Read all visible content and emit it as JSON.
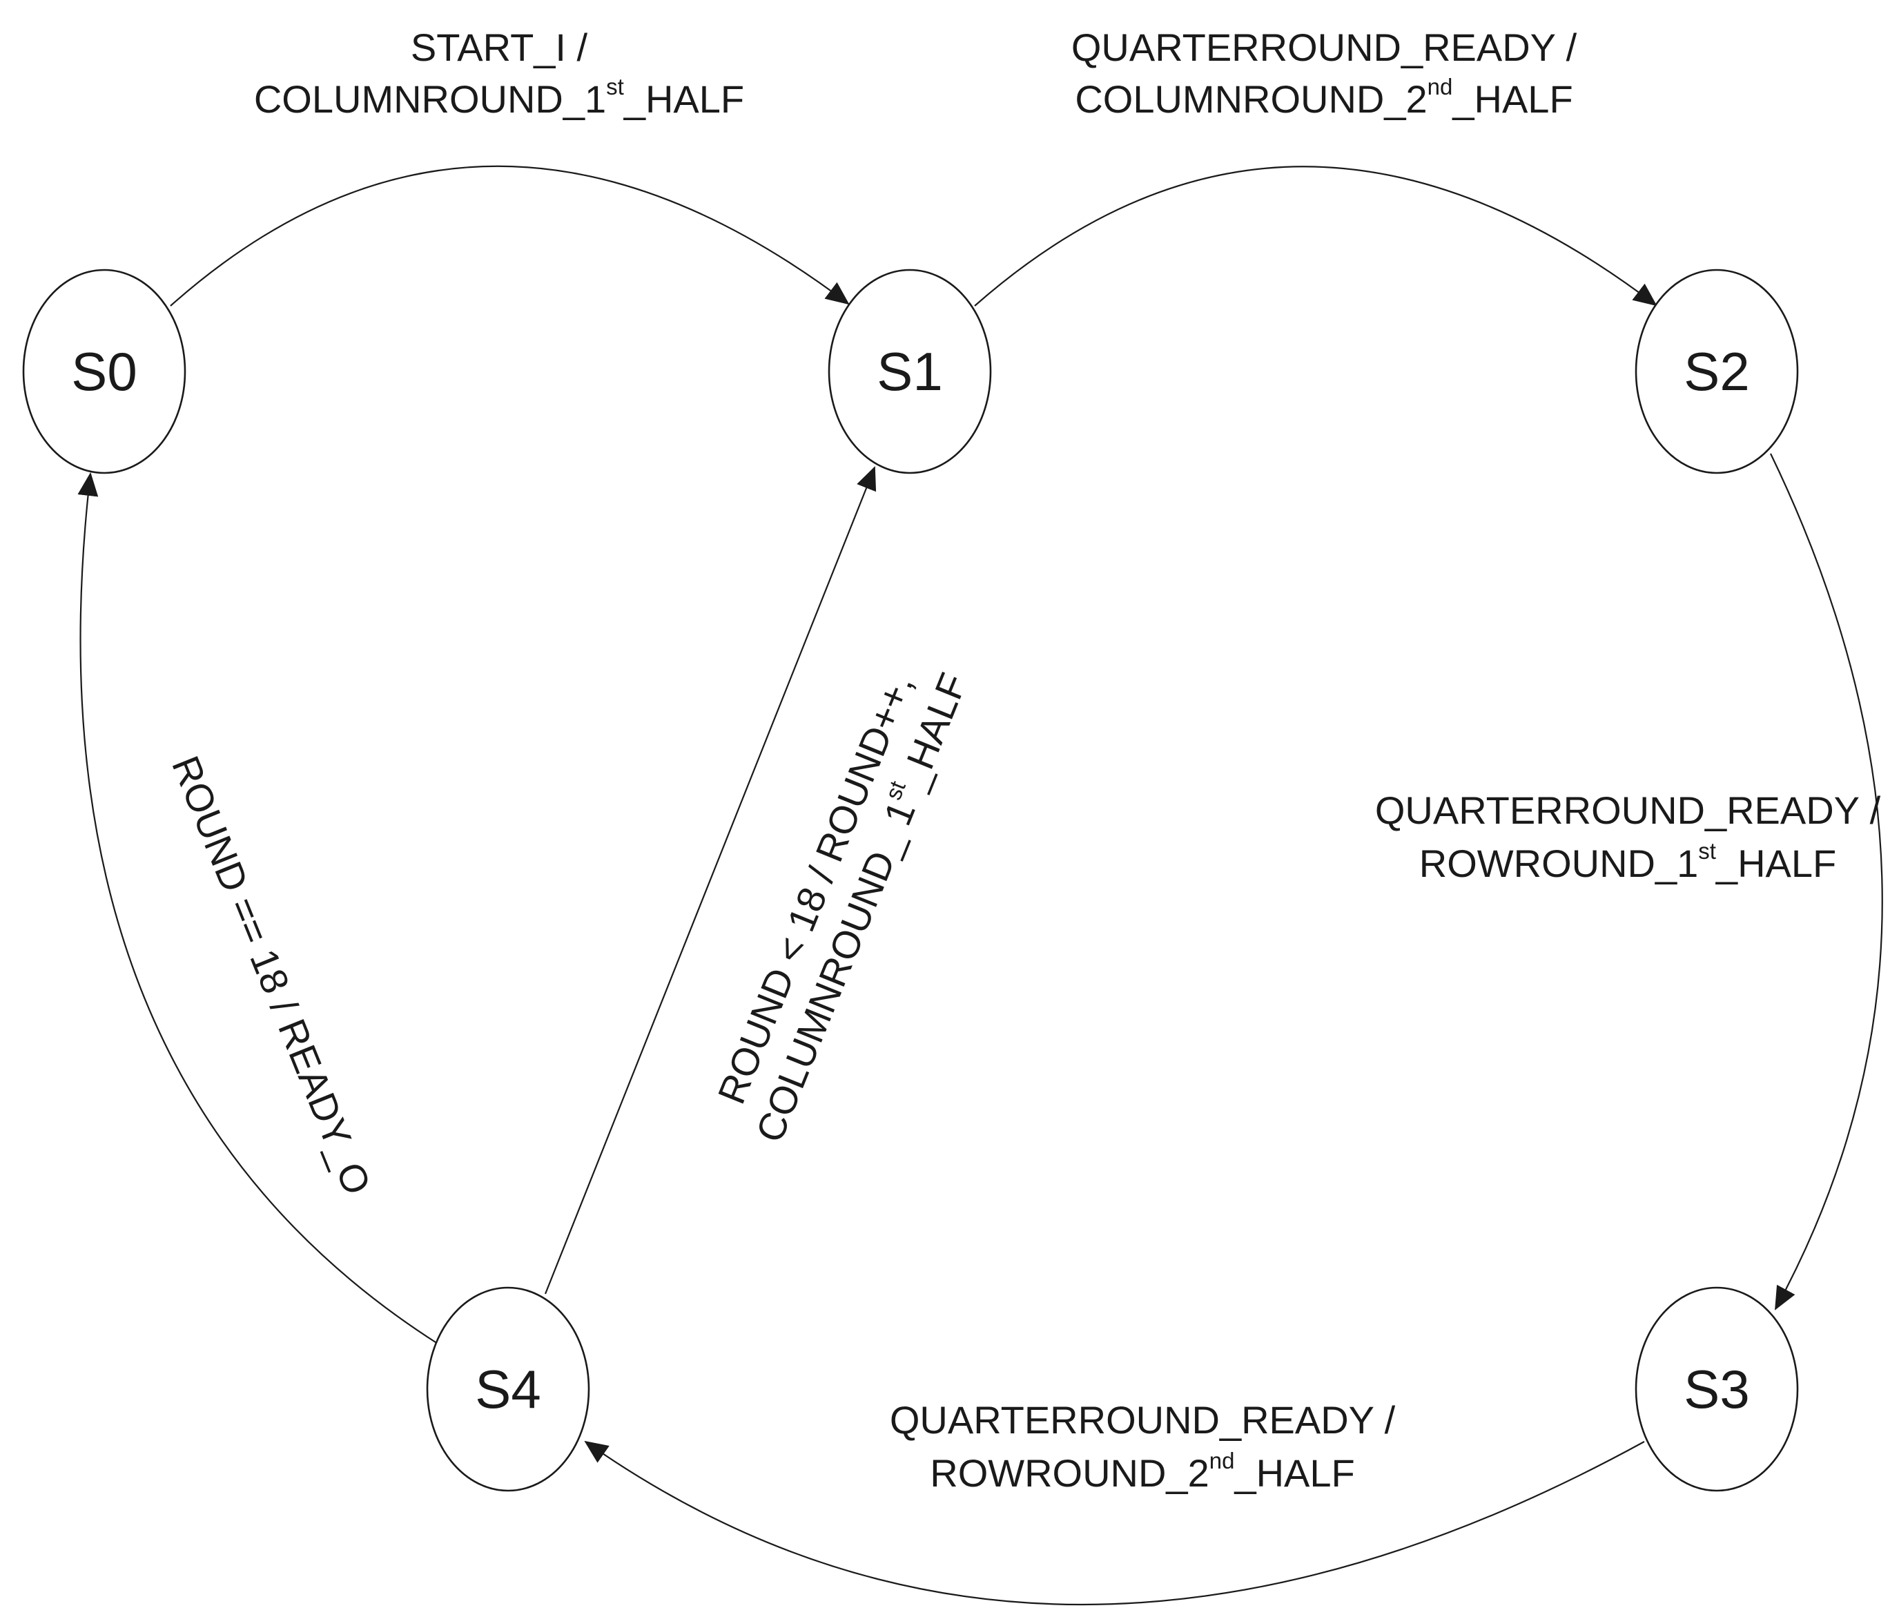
{
  "colors": {
    "stroke": "#1a1a1a",
    "background": "#ffffff"
  },
  "states": [
    {
      "id": "S0",
      "label": "S0"
    },
    {
      "id": "S1",
      "label": "S1"
    },
    {
      "id": "S2",
      "label": "S2"
    },
    {
      "id": "S3",
      "label": "S3"
    },
    {
      "id": "S4",
      "label": "S4"
    }
  ],
  "transitions": [
    {
      "id": "s0-s1",
      "from": "S0",
      "to": "S1",
      "line1": "START_I /",
      "line2": {
        "before": "COLUMNROUND_1",
        "sup": "st",
        "after": "_HALF"
      }
    },
    {
      "id": "s1-s2",
      "from": "S1",
      "to": "S2",
      "line1": "QUARTERROUND_READY /",
      "line2": {
        "before": "COLUMNROUND_2",
        "sup": "nd",
        "after": "_HALF"
      }
    },
    {
      "id": "s2-s3",
      "from": "S2",
      "to": "S3",
      "line1": "QUARTERROUND_READY /",
      "line2": {
        "before": "ROWROUND_1",
        "sup": "st",
        "after": "_HALF"
      }
    },
    {
      "id": "s3-s4",
      "from": "S3",
      "to": "S4",
      "line1": "QUARTERROUND_READY /",
      "line2": {
        "before": "ROWROUND_2",
        "sup": "nd",
        "after": "_HALF"
      }
    },
    {
      "id": "s4-s0",
      "from": "S4",
      "to": "S0",
      "line1": "ROUND == 18 / READY_O"
    },
    {
      "id": "s4-s1",
      "from": "S4",
      "to": "S1",
      "line1": "ROUND < 18 / ROUND++,",
      "line2": {
        "before": "COLUMNROUND_ 1",
        "sup": "st",
        "after": "_HALF"
      }
    }
  ]
}
